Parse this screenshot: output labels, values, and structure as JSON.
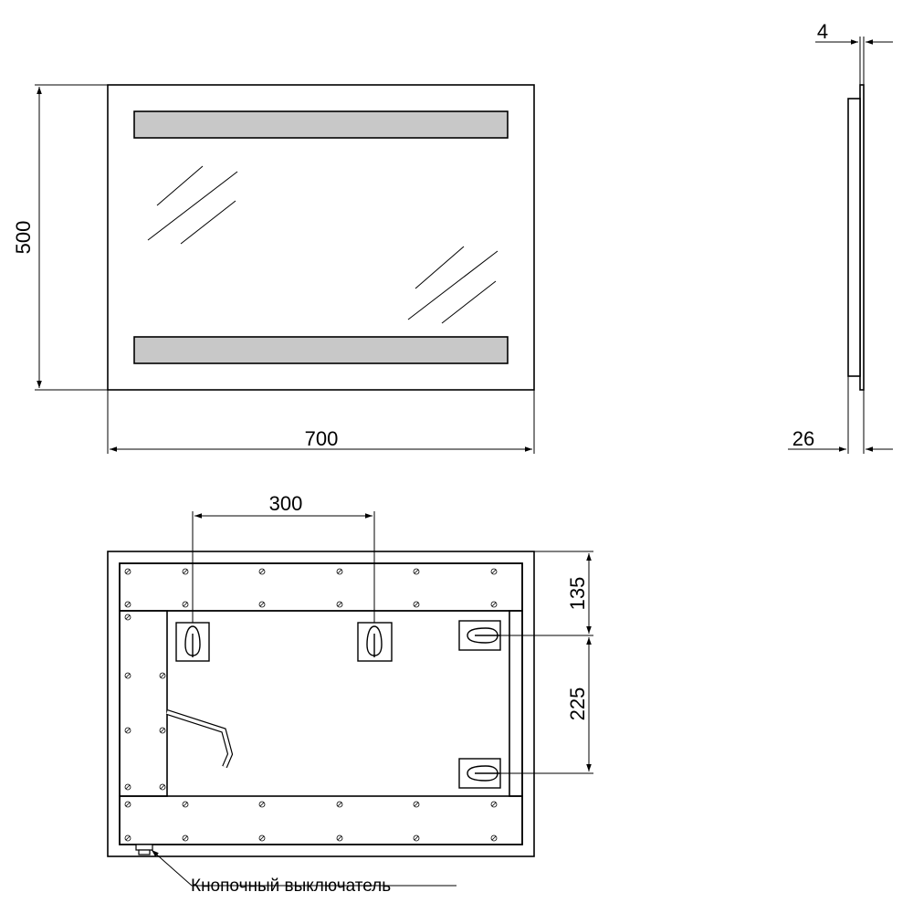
{
  "dimensions": {
    "width": "700",
    "height": "500",
    "glass_thickness": "4",
    "depth": "26",
    "hook_spacing": "300",
    "top_to_bracket": "135",
    "bracket_spacing": "225"
  },
  "annotations": {
    "switch": "Кнопочный выключатель"
  },
  "colors": {
    "line": "#000000",
    "light_strip": "#c8c8c8",
    "background": "#ffffff"
  }
}
